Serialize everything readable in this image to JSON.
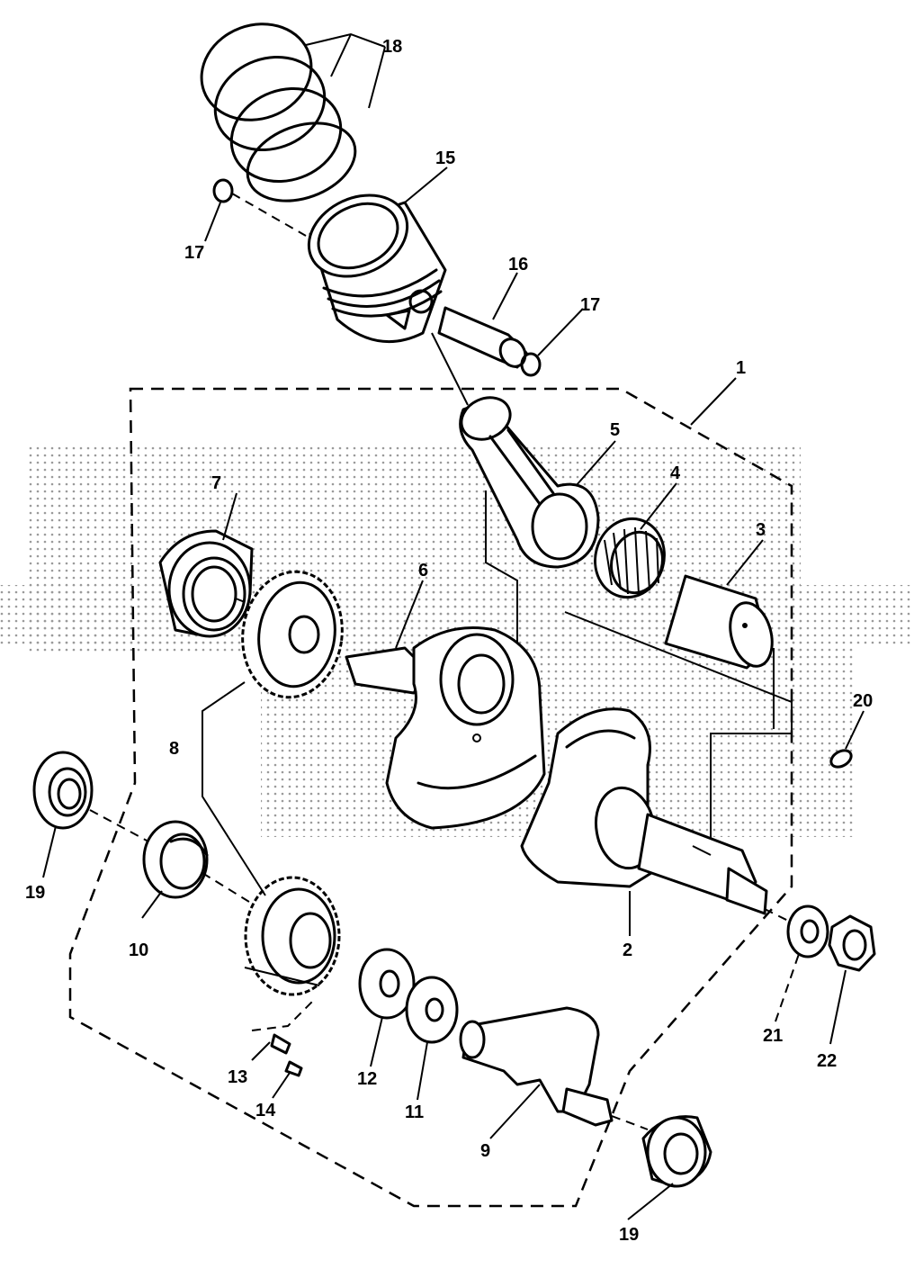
{
  "diagram": {
    "parts": [
      {
        "id": "p1",
        "label": "1"
      },
      {
        "id": "p2",
        "label": "2"
      },
      {
        "id": "p3",
        "label": "3"
      },
      {
        "id": "p4",
        "label": "4"
      },
      {
        "id": "p5",
        "label": "5"
      },
      {
        "id": "p6",
        "label": "6"
      },
      {
        "id": "p7",
        "label": "7"
      },
      {
        "id": "p8",
        "label": "8"
      },
      {
        "id": "p9",
        "label": "9"
      },
      {
        "id": "p10",
        "label": "10"
      },
      {
        "id": "p11",
        "label": "11"
      },
      {
        "id": "p12",
        "label": "12"
      },
      {
        "id": "p13",
        "label": "13"
      },
      {
        "id": "p14",
        "label": "14"
      },
      {
        "id": "p15",
        "label": "15"
      },
      {
        "id": "p16",
        "label": "16"
      },
      {
        "id": "p17a",
        "label": "17"
      },
      {
        "id": "p17b",
        "label": "17"
      },
      {
        "id": "p18",
        "label": "18"
      },
      {
        "id": "p19a",
        "label": "19"
      },
      {
        "id": "p19b",
        "label": "19"
      },
      {
        "id": "p20",
        "label": "20"
      },
      {
        "id": "p21",
        "label": "21"
      },
      {
        "id": "p22",
        "label": "22"
      }
    ]
  }
}
